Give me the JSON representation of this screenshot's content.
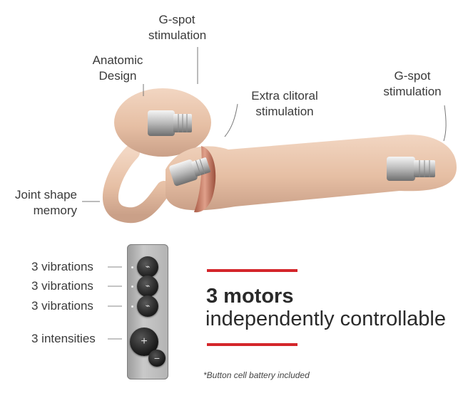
{
  "annotations": {
    "gspot_top": "G-spot\nstimulation",
    "anatomic": "Anatomic\nDesign",
    "extra_clitoral": "Extra clitoral\nstimulation",
    "gspot_right": "G-spot\nstimulation",
    "joint_shape": "Joint shape\nmemory"
  },
  "remote_labels": [
    "3 vibrations",
    "3 vibrations",
    "3 vibrations",
    "3 intensities"
  ],
  "remote_buttons": {
    "plus": "+",
    "minus": "−"
  },
  "headline": "3 motors",
  "subline": "independently controllable",
  "footnote": "*Button cell battery included",
  "colors": {
    "body": "#e8c2a8",
    "accent_red": "#d4262b",
    "band": "#c87a62",
    "remote": "#b3b3b3"
  }
}
